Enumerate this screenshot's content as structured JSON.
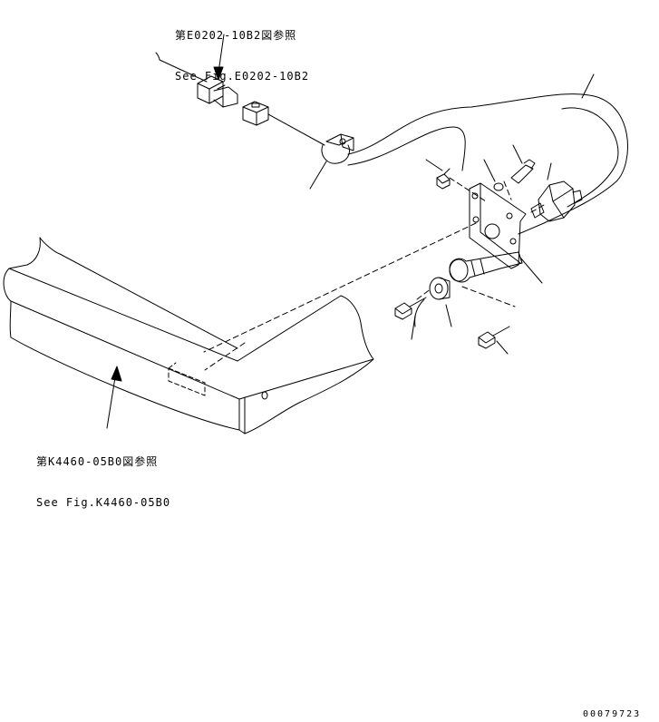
{
  "references": [
    {
      "jp": "第E0202-10B2図参照",
      "en": "See Fig.E0202-10B2"
    },
    {
      "jp": "第K4460-05B0図参照",
      "en": "See Fig.K4460-05B0"
    }
  ],
  "drawing_code": "00079723",
  "colors": {
    "line": "#000000",
    "background": "#ffffff"
  }
}
